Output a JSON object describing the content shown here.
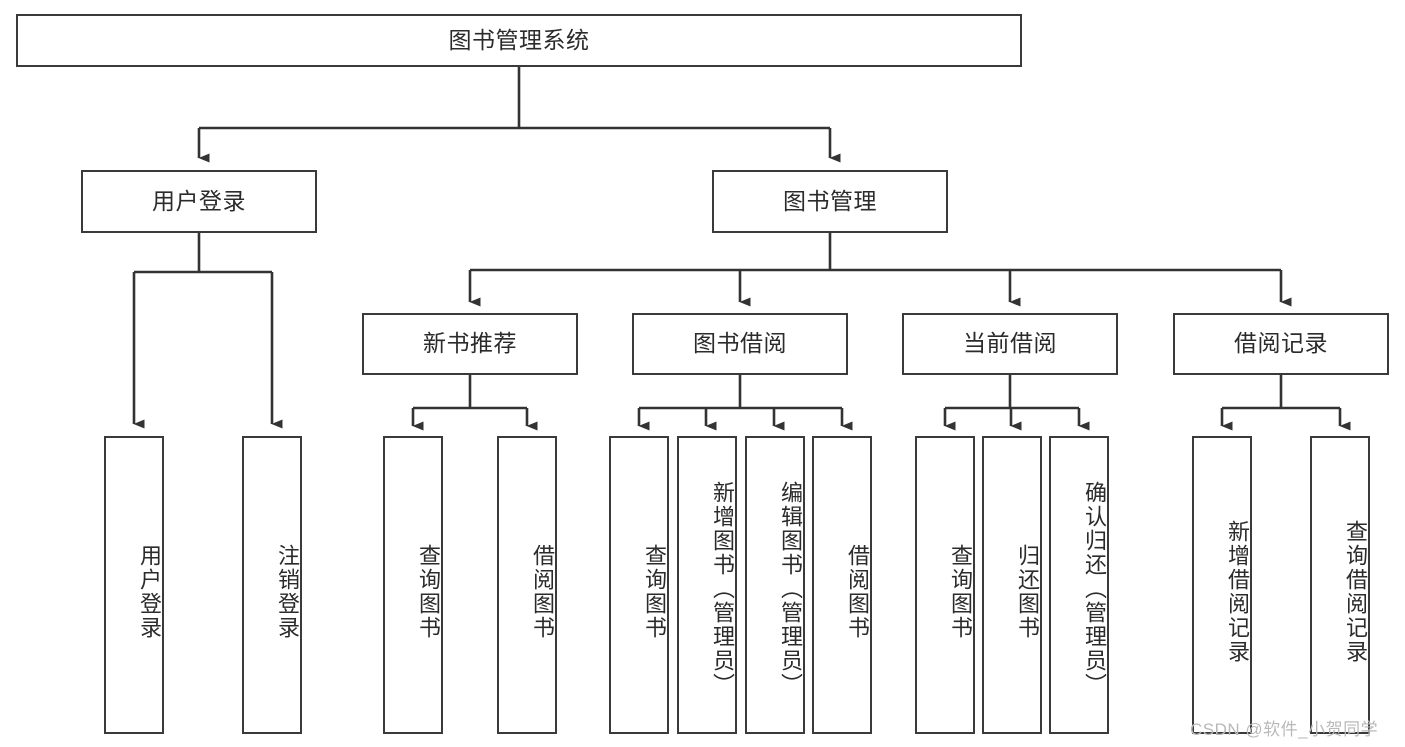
{
  "diagram": {
    "type": "tree-hierarchy-chart",
    "title": "图书管理系统",
    "style": {
      "box_border_color": "#3a3a3a",
      "box_fill_color": "#ffffff",
      "text_color": "#2b2b2b",
      "connector_color": "#333333",
      "background": "#ffffff"
    },
    "nodes": {
      "root": {
        "label": "图书管理系统",
        "level": 1,
        "orientation": "horizontal"
      },
      "user_login": {
        "label": "用户登录",
        "level": 2,
        "orientation": "horizontal"
      },
      "book_manage": {
        "label": "图书管理",
        "level": 2,
        "orientation": "horizontal"
      },
      "new_book_rec": {
        "label": "新书推荐",
        "level": 3,
        "orientation": "horizontal"
      },
      "book_borrow": {
        "label": "图书借阅",
        "level": 3,
        "orientation": "horizontal"
      },
      "current_borrow": {
        "label": "当前借阅",
        "level": 3,
        "orientation": "horizontal"
      },
      "borrow_record": {
        "label": "借阅记录",
        "level": 3,
        "orientation": "horizontal"
      },
      "leaf_user_login": {
        "label": "用户登录",
        "level": 3,
        "orientation": "vertical"
      },
      "leaf_logout": {
        "label": "注销登录",
        "level": 3,
        "orientation": "vertical"
      },
      "leaf_query_book_1": {
        "label": "查询图书",
        "level": 4,
        "orientation": "vertical"
      },
      "leaf_borrow_book_1": {
        "label": "借阅图书",
        "level": 4,
        "orientation": "vertical"
      },
      "leaf_query_book_2": {
        "label": "查询图书",
        "level": 4,
        "orientation": "vertical"
      },
      "leaf_add_book": {
        "label": "新增图书（管理员）",
        "level": 4,
        "orientation": "vertical"
      },
      "leaf_edit_book": {
        "label": "编辑图书（管理员）",
        "level": 4,
        "orientation": "vertical"
      },
      "leaf_borrow_book_2": {
        "label": "借阅图书",
        "level": 4,
        "orientation": "vertical"
      },
      "leaf_query_book_3": {
        "label": "查询图书",
        "level": 4,
        "orientation": "vertical"
      },
      "leaf_return_book": {
        "label": "归还图书",
        "level": 4,
        "orientation": "vertical"
      },
      "leaf_confirm_return": {
        "label": "确认归还（管理员）",
        "level": 4,
        "orientation": "vertical"
      },
      "leaf_add_record": {
        "label": "新增借阅记录",
        "level": 4,
        "orientation": "vertical"
      },
      "leaf_query_record": {
        "label": "查询借阅记录",
        "level": 4,
        "orientation": "vertical"
      }
    },
    "edges": [
      {
        "from": "root",
        "to": "user_login"
      },
      {
        "from": "root",
        "to": "book_manage"
      },
      {
        "from": "user_login",
        "to": "leaf_user_login"
      },
      {
        "from": "user_login",
        "to": "leaf_logout"
      },
      {
        "from": "book_manage",
        "to": "new_book_rec"
      },
      {
        "from": "book_manage",
        "to": "book_borrow"
      },
      {
        "from": "book_manage",
        "to": "current_borrow"
      },
      {
        "from": "book_manage",
        "to": "borrow_record"
      },
      {
        "from": "new_book_rec",
        "to": "leaf_query_book_1"
      },
      {
        "from": "new_book_rec",
        "to": "leaf_borrow_book_1"
      },
      {
        "from": "book_borrow",
        "to": "leaf_query_book_2"
      },
      {
        "from": "book_borrow",
        "to": "leaf_add_book"
      },
      {
        "from": "book_borrow",
        "to": "leaf_edit_book"
      },
      {
        "from": "book_borrow",
        "to": "leaf_borrow_book_2"
      },
      {
        "from": "current_borrow",
        "to": "leaf_query_book_3"
      },
      {
        "from": "current_borrow",
        "to": "leaf_return_book"
      },
      {
        "from": "current_borrow",
        "to": "leaf_confirm_return"
      },
      {
        "from": "borrow_record",
        "to": "leaf_add_record"
      },
      {
        "from": "borrow_record",
        "to": "leaf_query_record"
      }
    ]
  },
  "watermark": {
    "text": "CSDN @软件_小贺同学"
  }
}
